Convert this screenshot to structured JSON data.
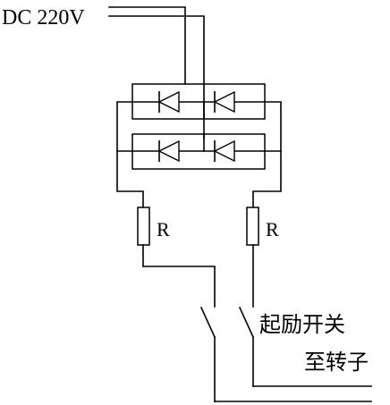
{
  "supply_label": "DC 220V",
  "resistor_label_left": "R",
  "resistor_label_right": "R",
  "switch_label": "起励开关",
  "rotor_label": "至转子"
}
